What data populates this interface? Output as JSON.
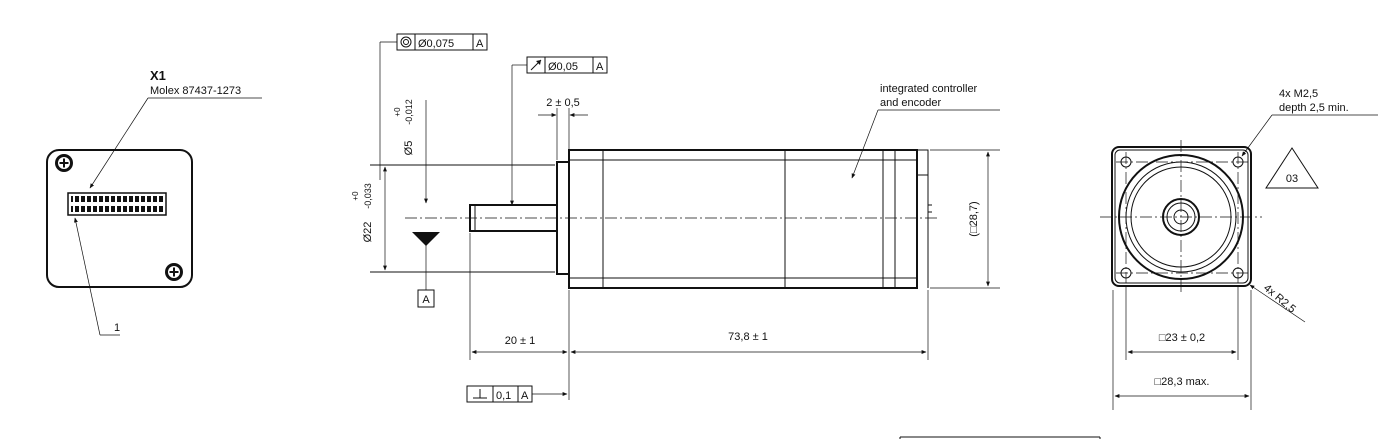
{
  "connector": {
    "title": "X1",
    "part_number": "Molex 87437-1273",
    "pin_label": "1"
  },
  "side_view": {
    "concentricity_value": "Ø0,075",
    "runout_value": "Ø0,05",
    "perpendicularity_value": "0,1",
    "datum": "A",
    "dim_shoulder": "2 ± 0,5",
    "dim_shaft_dia": "Ø5",
    "dim_shaft_tol_upper": "+0",
    "dim_shaft_tol_lower": "-0,012",
    "dim_pilot_dia": "Ø22",
    "dim_pilot_tol_upper": "+0",
    "dim_pilot_tol_lower": "-0,033",
    "dim_shaft_length": "20 ± 1",
    "dim_body_length": "73,8 ± 1",
    "dim_body_height": "(□28,7)",
    "callout_line1": "integrated controller",
    "callout_line2": "and encoder"
  },
  "front_view": {
    "thread_line1": "4x M2,5",
    "thread_line2": "depth 2,5 min.",
    "revision": "03",
    "radius": "4x R2,5",
    "dim_hole_pattern": "□23 ± 0,2",
    "dim_outline": "□28,3 max."
  }
}
